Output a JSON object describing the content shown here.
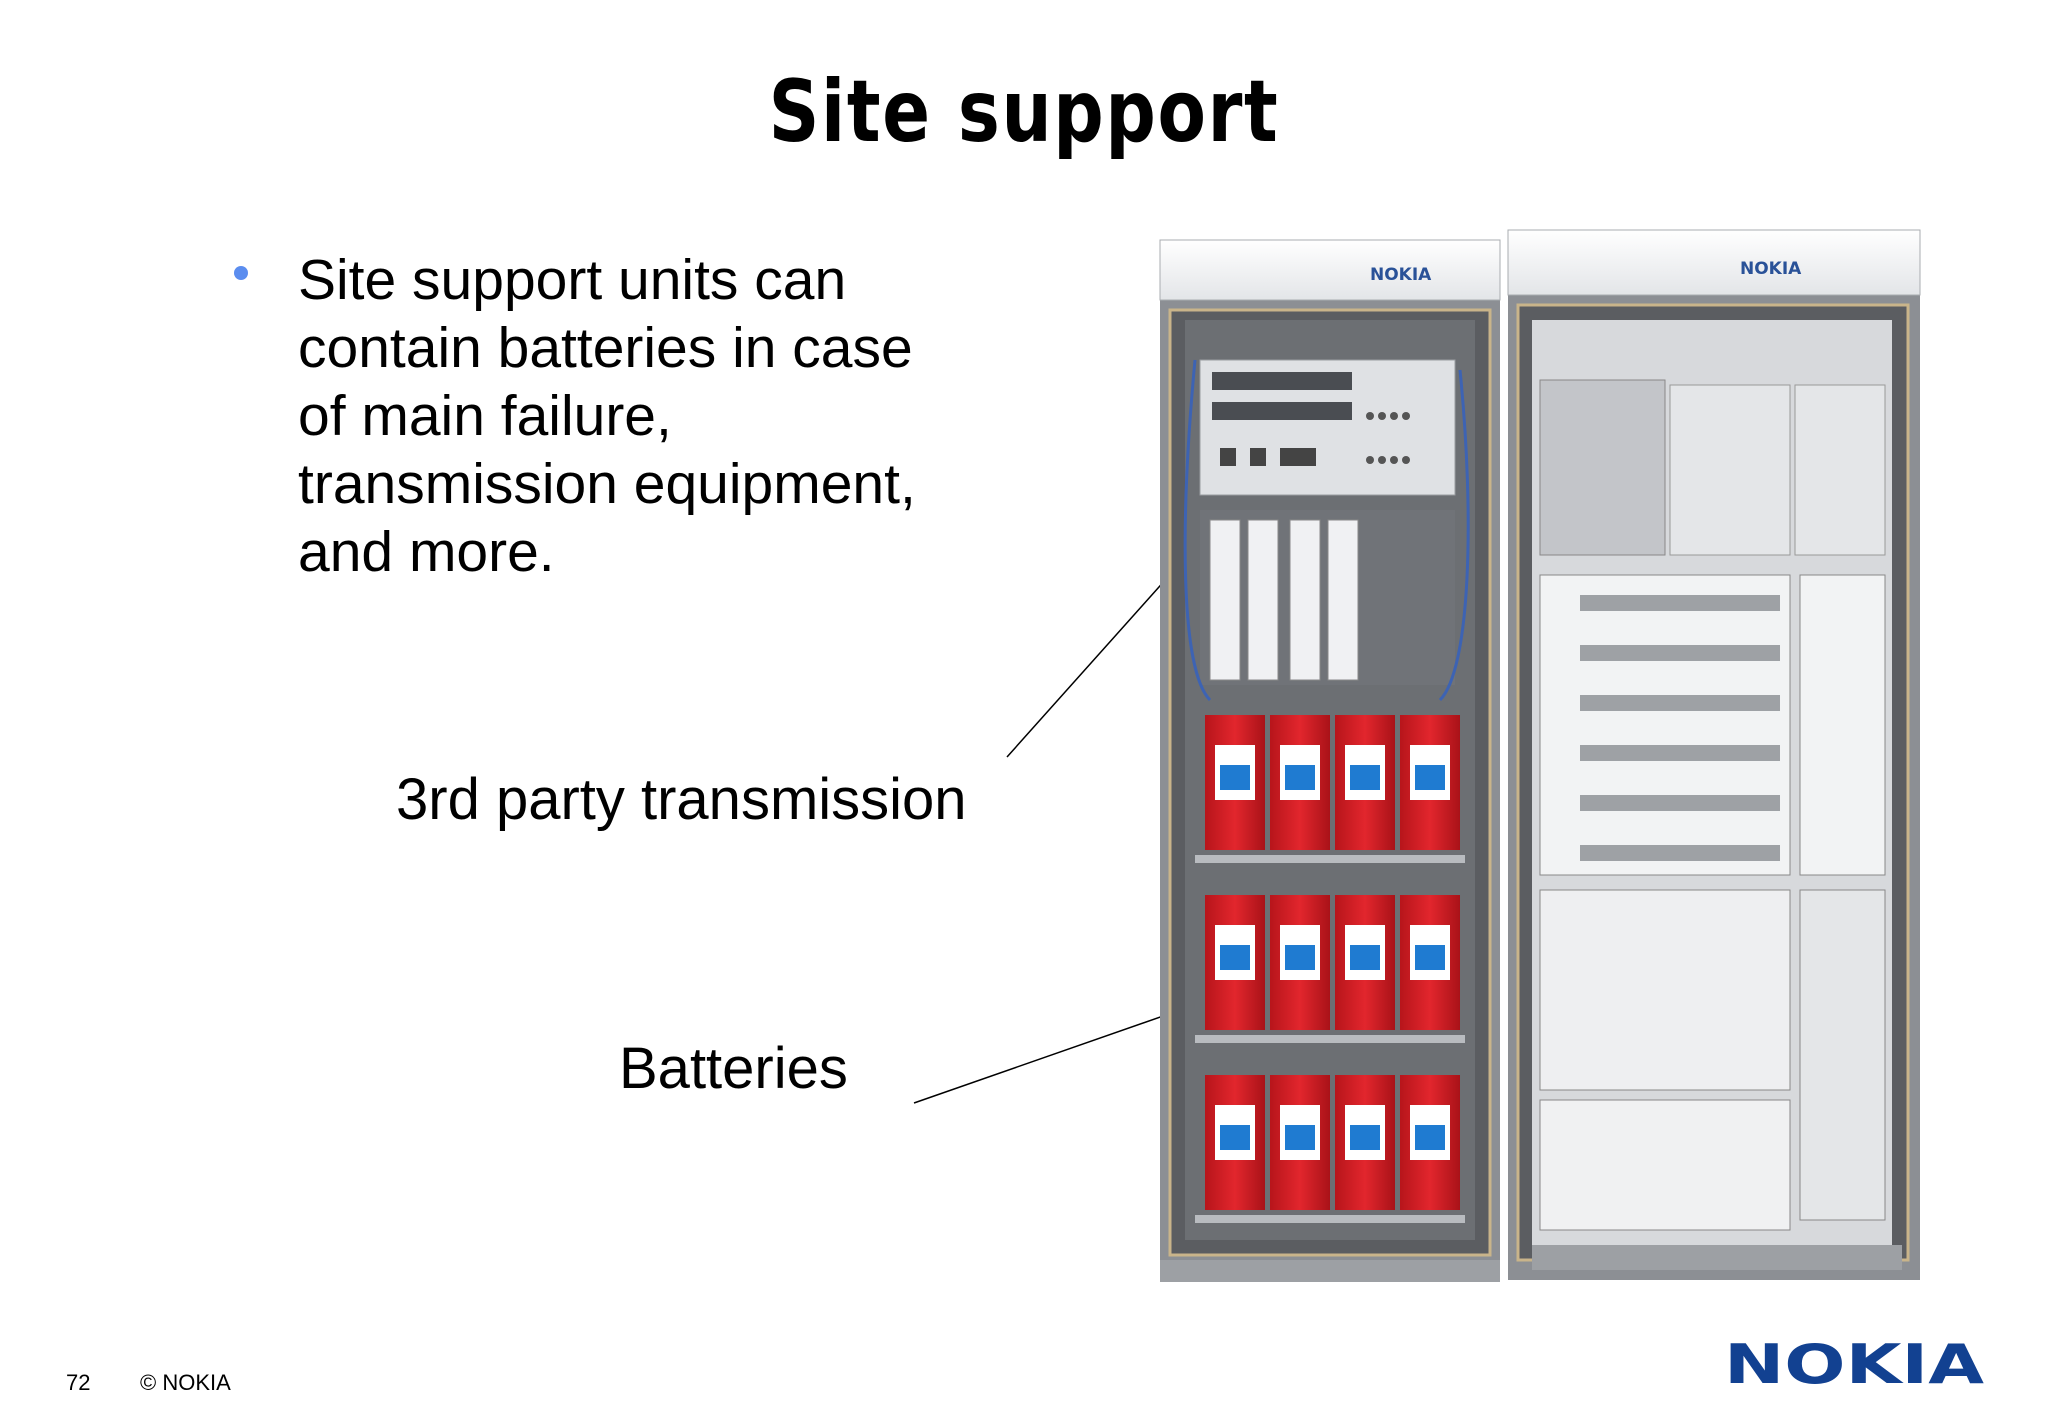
{
  "slide": {
    "title": "Site support",
    "bullets": [
      "Site support units can contain batteries in case of main failure, transmission equipment, and more."
    ],
    "callouts": {
      "transmission": "3rd party transmission",
      "batteries": "Batteries"
    },
    "cabinet_brand": "NOKIA",
    "footer": {
      "page_number": "72",
      "copyright": "© NOKIA"
    },
    "logo_text": "NOKIA",
    "colors": {
      "bullet": "#5b8def",
      "logo": "#124191",
      "battery": "#d51f26"
    }
  }
}
